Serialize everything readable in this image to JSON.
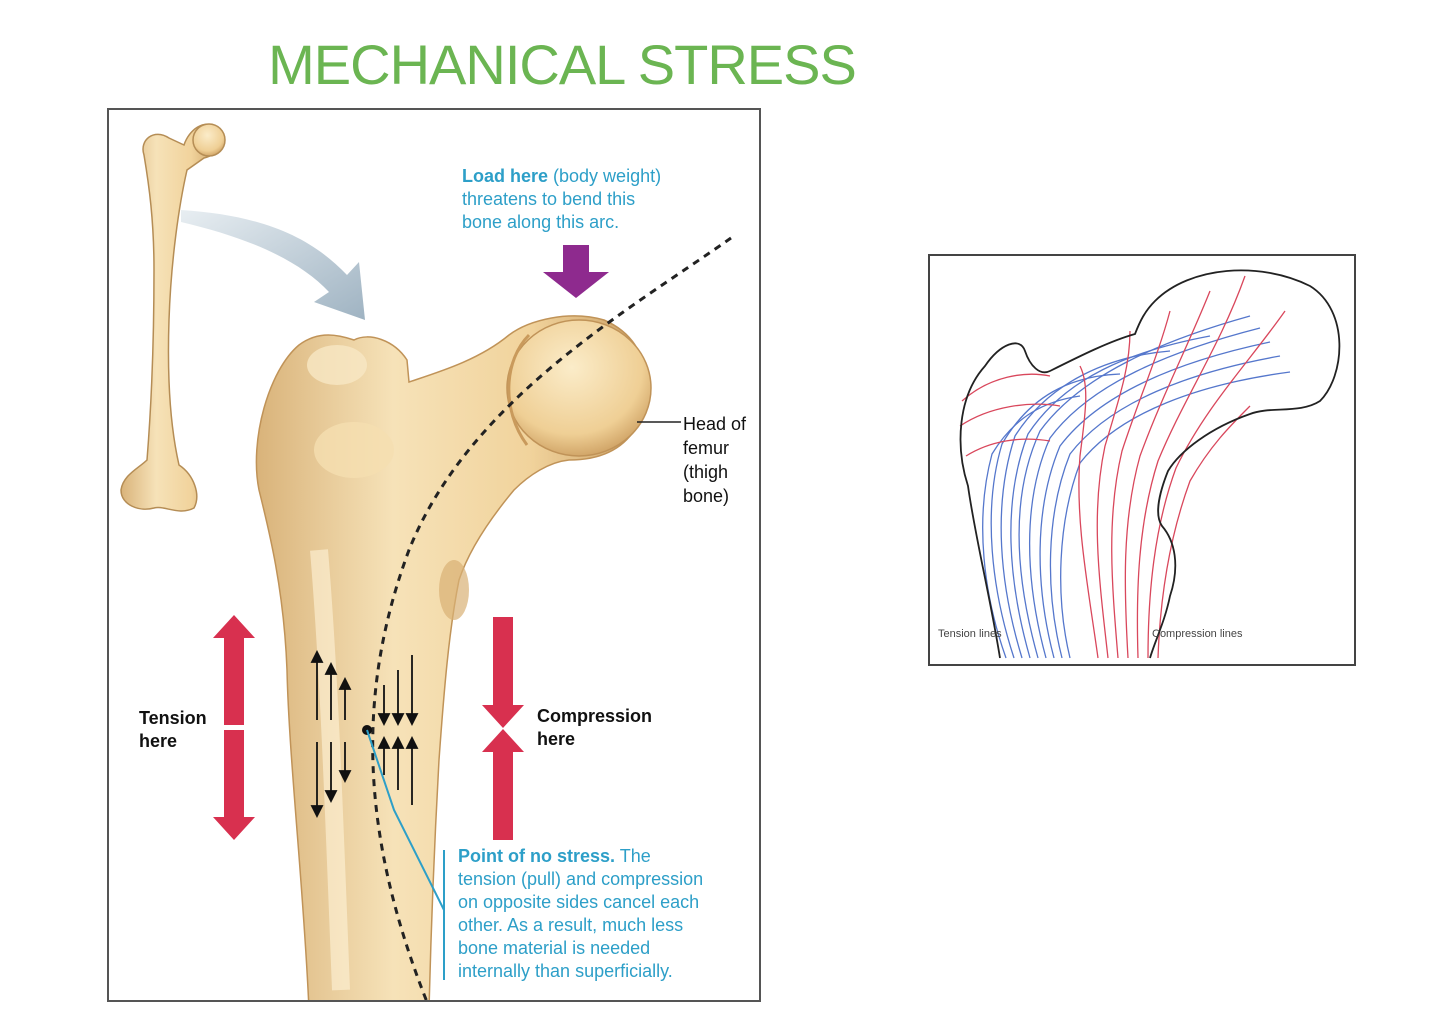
{
  "title": "MECHANICAL STRESS",
  "left_figure": {
    "load_bold": "Load here",
    "load_rest_line1": " (body weight)",
    "load_line2": "threatens to bend this",
    "load_line3": "bone along this arc.",
    "head_line1": "Head of",
    "head_line2": "femur",
    "head_line3": "(thigh",
    "head_line4": "bone)",
    "tension_line1": "Tension",
    "tension_line2": "here",
    "compression_line1": "Compression",
    "compression_line2": "here",
    "nostress_bold": "Point of no stress.",
    "nostress_rest1": " The",
    "nostress_line2": "tension (pull) and compression",
    "nostress_line3": "on opposite sides cancel each",
    "nostress_line4": "other. As a result, much less",
    "nostress_line5": "bone material is needed",
    "nostress_line6": "internally than superficially."
  },
  "right_figure": {
    "tension_lines_label": "Tension lines",
    "compression_lines_label": "Compression lines"
  },
  "colors": {
    "title": "#6bb552",
    "bone": "#f0d6a4",
    "load_arrow": "#8e2a8e",
    "stress_arrow": "#d8304f",
    "callout_text": "#2d9fc8",
    "tension_line": "#5577cc",
    "compression_line": "#d9475c"
  }
}
